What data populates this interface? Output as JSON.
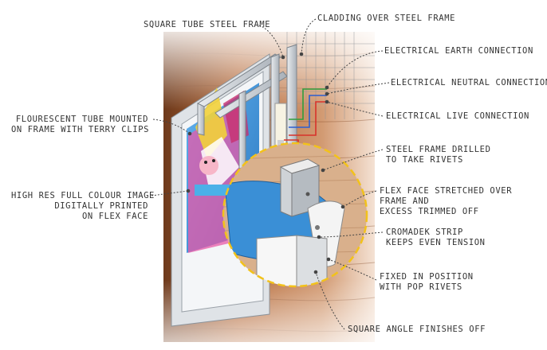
{
  "colors": {
    "wood": "#b56a3a",
    "wood_light": "#d8a27c",
    "frame_steel": "#b9bfc6",
    "flex_face": "#3a8fd6",
    "detail_ring": "#f2c21b",
    "leader": "#444444",
    "text": "#333333"
  },
  "labels": {
    "square_tube_steel_frame": "SQUARE TUBE STEEL FRAME",
    "cladding_over_steel_frame": "CLADDING OVER STEEL FRAME",
    "electrical_earth_connection": "ELECTRICAL EARTH CONNECTION",
    "electrical_neutral_connection": "ELECTRICAL NEUTRAL CONNECTION",
    "electrical_live_connection": "ELECTRICAL LIVE CONNECTION",
    "flourescent_tube": [
      "FLOURESCENT TUBE MOUNTED",
      "ON FRAME WITH TERRY CLIPS"
    ],
    "steel_frame_drilled": [
      "STEEL FRAME DRILLED",
      "TO TAKE RIVETS"
    ],
    "high_res_image": [
      "HIGH RES FULL COLOUR IMAGE",
      "DIGITALLY PRINTED",
      "ON FLEX FACE"
    ],
    "flex_face_stretched": [
      "FLEX FACE STRETCHED OVER",
      "FRAME AND",
      "EXCESS TRIMMED OFF"
    ],
    "cromadek_strip": [
      "CROMADEK STRIP",
      "KEEPS EVEN TENSION"
    ],
    "fixed_in_position": [
      "FIXED IN POSITION",
      "WITH POP RIVETS"
    ],
    "square_angle": "SQUARE ANGLE FINISHES OFF"
  }
}
